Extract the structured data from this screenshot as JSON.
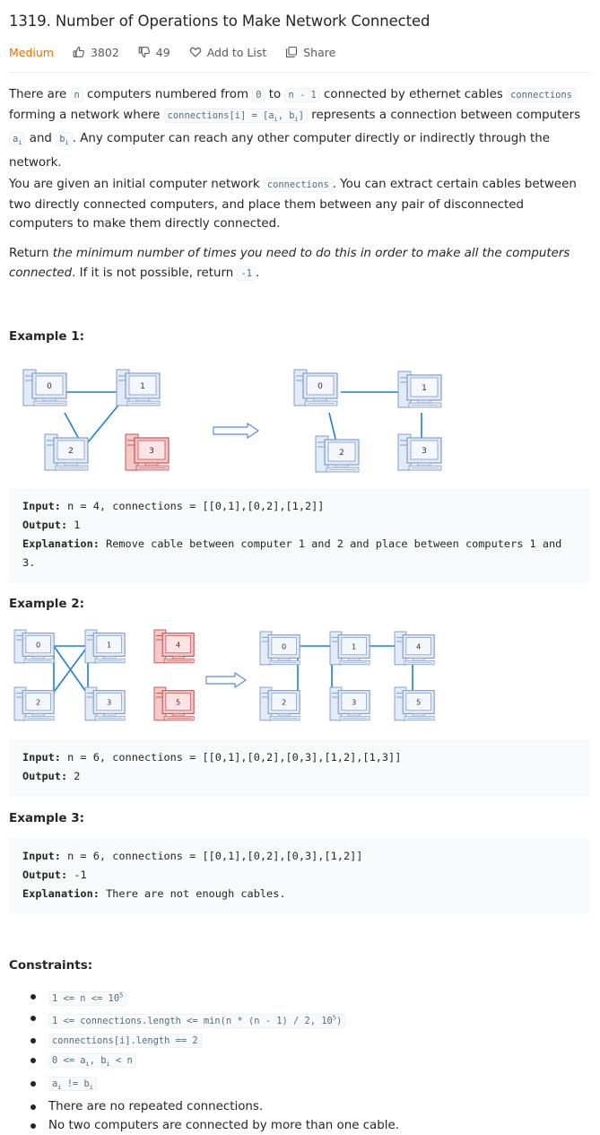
{
  "problem": {
    "title": "1319. Number of Operations to Make Network Connected",
    "difficulty": "Medium",
    "likes": "3802",
    "dislikes": "49",
    "add_to_list": "Add to List",
    "share": "Share"
  },
  "description": {
    "p1": {
      "t1": "There are ",
      "c1": "n",
      "t2": " computers numbered from ",
      "c2": "0",
      "t3": " to ",
      "c3": "n - 1",
      "t4": " connected by ethernet cables ",
      "c4": "connections",
      "t5": " forming a network where ",
      "c5": "connections[i] = [a",
      "c5_sub": "i",
      "c5b": ", b",
      "c5b_sub": "i",
      "c5c": "]",
      "t6": " represents a connection between computers ",
      "c6": "a",
      "c6_sub": "i",
      "t7": " and ",
      "c7": "b",
      "c7_sub": "i",
      "t8": ". Any computer can reach any other computer directly or indirectly through the network."
    },
    "p2": {
      "t1": "You are given an initial computer network ",
      "c1": "connections",
      "t2": ". You can extract certain cables between two directly connected computers, and place them between any pair of disconnected computers to make them directly connected."
    },
    "p3": {
      "t1": "Return ",
      "em": "the minimum number of times you need to do this in order to make all the computers connected",
      "t2": ". If it is not possible, return ",
      "c1": "-1",
      "t3": "."
    }
  },
  "examples": [
    {
      "heading": "Example 1:",
      "input_label": "Input:",
      "input": " n = 4, connections = [[0,1],[0,2],[1,2]]",
      "output_label": "Output:",
      "output": " 1",
      "explanation_label": "Explanation:",
      "explanation": " Remove cable between computer 1 and 2 and place between computers 1 and 3.",
      "labels": [
        "0",
        "1",
        "2",
        "3"
      ]
    },
    {
      "heading": "Example 2:",
      "input_label": "Input:",
      "input": " n = 6, connections = [[0,1],[0,2],[0,3],[1,2],[1,3]]",
      "output_label": "Output:",
      "output": " 2",
      "labels": [
        "0",
        "1",
        "2",
        "3",
        "4",
        "5"
      ]
    },
    {
      "heading": "Example 3:",
      "input_label": "Input:",
      "input": " n = 6, connections = [[0,1],[0,2],[0,3],[1,2]]",
      "output_label": "Output:",
      "output": " -1",
      "explanation_label": "Explanation:",
      "explanation": " There are not enough cables."
    }
  ],
  "constraints": {
    "heading": "Constraints:",
    "items": [
      {
        "a": "1 <= n <= 10",
        "sup": "5"
      },
      {
        "a": "1 <= connections.length <= min(n * (n - 1) / 2, 10",
        "sup": "5",
        "b": ")"
      },
      {
        "a": "connections[i].length == 2"
      },
      {
        "a": "0 <= a",
        "sub": "i",
        "b": ", b",
        "sub2": "i",
        "c": " < n"
      },
      {
        "a": "a",
        "sub": "i",
        "b": " != b",
        "sub2": "i"
      },
      {
        "text": "There are no repeated connections."
      },
      {
        "text": "No two computers are connected by more than one cable."
      }
    ]
  },
  "colors": {
    "accent_medium": "#ef6c00",
    "cable": "#1e7fd6",
    "pc_normal": "#8fa9cf",
    "pc_disconnected": "#d46a6a",
    "code_bg": "#f7f9fa"
  }
}
